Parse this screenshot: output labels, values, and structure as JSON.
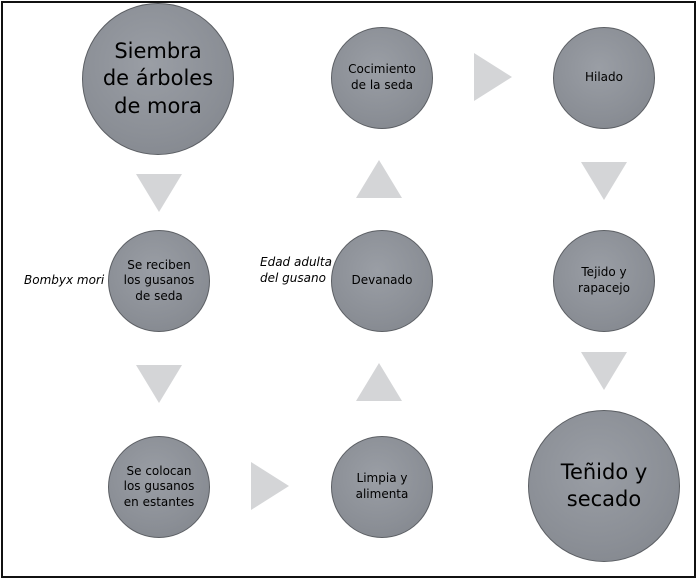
{
  "nodes": {
    "siembra": "Siembra de árboles de mora",
    "reciben": "Se reciben los gusanos de seda",
    "colocan": "Se colocan los gusanos en estantes",
    "limpia": "Limpia y alimenta",
    "devanado": "Devanado",
    "cocimiento": "Cocimiento de la seda",
    "hilado": "Hilado",
    "tejido": "Tejido y rapacejo",
    "tenido": "Teñido y secado"
  },
  "annotations": {
    "bombyx": "Bombyx mori",
    "edad_line1": "Edad adulta",
    "edad_line2": "del gusano"
  },
  "colors": {
    "node_fill": "#8e9299",
    "arrow_fill": "#d4d5d7",
    "border": "#111111"
  }
}
